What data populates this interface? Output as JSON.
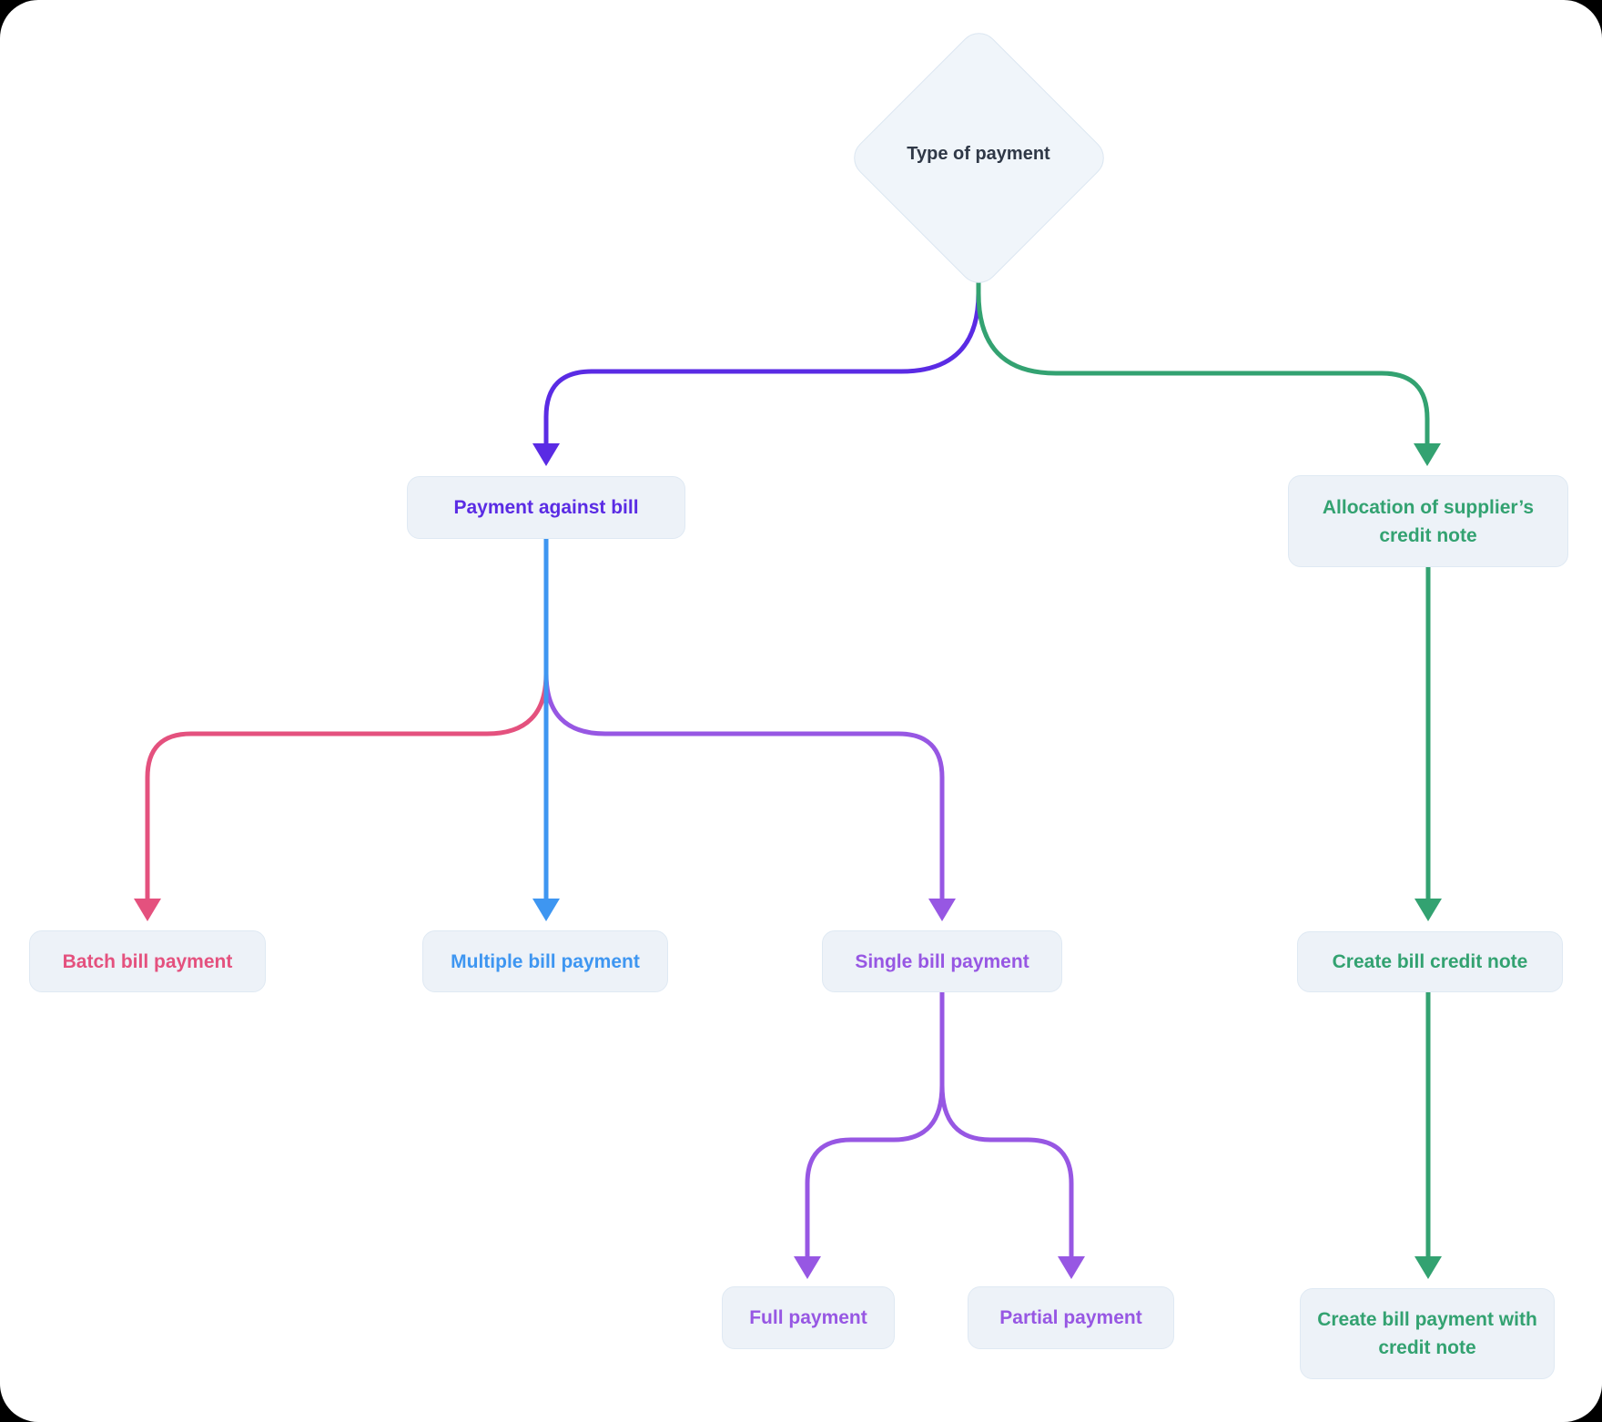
{
  "colors": {
    "indigo": "#5a2be4",
    "green": "#33a271",
    "blue": "#3e96f1",
    "pink": "#e4517e",
    "purple": "#9757e3",
    "dark_text": "#2f3847",
    "node_fill": "#edf2f8",
    "node_border": "#dfe9f3",
    "diamond_fill": "#f0f5fa",
    "diamond_border": "#dbe6f1",
    "canvas_bg": "#ffffff"
  },
  "nodes": {
    "type_of_payment": {
      "label": "Type of payment",
      "color": "dark_text",
      "shape": "diamond"
    },
    "payment_against_bill": {
      "label": "Payment against bill",
      "color": "indigo",
      "shape": "box"
    },
    "allocation_of_suppliers_credit_note": {
      "label": "Allocation of supplier’s credit note",
      "color": "green",
      "shape": "box"
    },
    "batch_bill_payment": {
      "label": "Batch bill payment",
      "color": "pink",
      "shape": "box"
    },
    "multiple_bill_payment": {
      "label": "Multiple bill payment",
      "color": "blue",
      "shape": "box"
    },
    "single_bill_payment": {
      "label": "Single bill payment",
      "color": "purple",
      "shape": "box"
    },
    "full_payment": {
      "label": "Full payment",
      "color": "purple",
      "shape": "box"
    },
    "partial_payment": {
      "label": "Partial payment",
      "color": "purple",
      "shape": "box"
    },
    "create_bill_credit_note": {
      "label": "Create bill credit note",
      "color": "green",
      "shape": "box"
    },
    "create_bill_payment_with_credit_note": {
      "label": "Create bill payment with credit note",
      "color": "green",
      "shape": "box"
    }
  },
  "edges": [
    {
      "from": "type_of_payment",
      "to": "payment_against_bill",
      "color": "indigo"
    },
    {
      "from": "type_of_payment",
      "to": "allocation_of_suppliers_credit_note",
      "color": "green"
    },
    {
      "from": "payment_against_bill",
      "to": "batch_bill_payment",
      "color": "pink"
    },
    {
      "from": "payment_against_bill",
      "to": "multiple_bill_payment",
      "color": "blue"
    },
    {
      "from": "payment_against_bill",
      "to": "single_bill_payment",
      "color": "purple"
    },
    {
      "from": "single_bill_payment",
      "to": "full_payment",
      "color": "purple"
    },
    {
      "from": "single_bill_payment",
      "to": "partial_payment",
      "color": "purple"
    },
    {
      "from": "allocation_of_suppliers_credit_note",
      "to": "create_bill_credit_note",
      "color": "green"
    },
    {
      "from": "create_bill_credit_note",
      "to": "create_bill_payment_with_credit_note",
      "color": "green"
    }
  ]
}
